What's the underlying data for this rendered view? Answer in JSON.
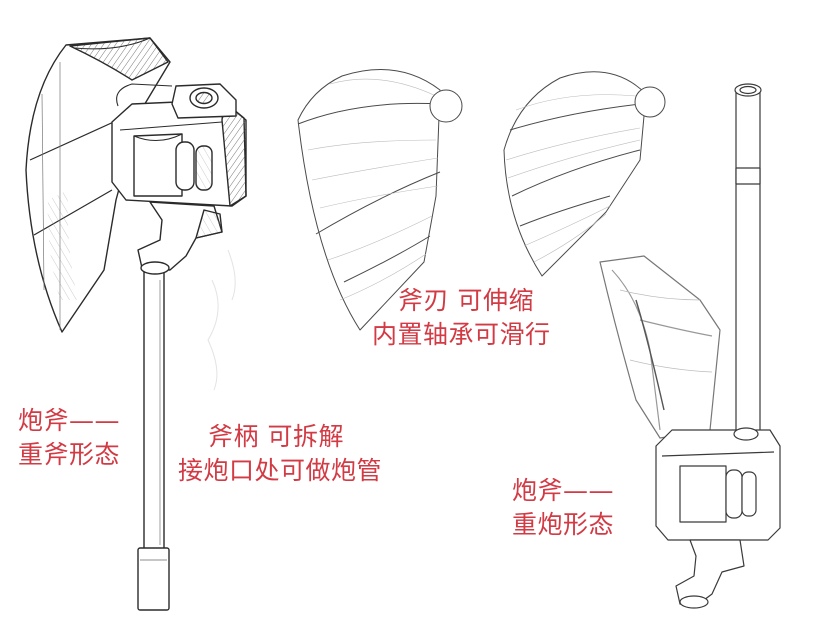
{
  "labels": {
    "heavy_axe": {
      "line1": "炮斧——",
      "line2": "重斧形态"
    },
    "handle": {
      "line1": "斧柄 可拆解",
      "line2": "接炮口处可做炮管"
    },
    "blade": {
      "line1": "斧刃 可伸缩",
      "line2": "内置轴承可滑行"
    },
    "cannon": {
      "line1": "炮斧——",
      "line2": "重炮形态"
    }
  },
  "colors": {
    "label": "#d23a44",
    "ink": "#2b2b2b",
    "paper": "#ffffff"
  }
}
